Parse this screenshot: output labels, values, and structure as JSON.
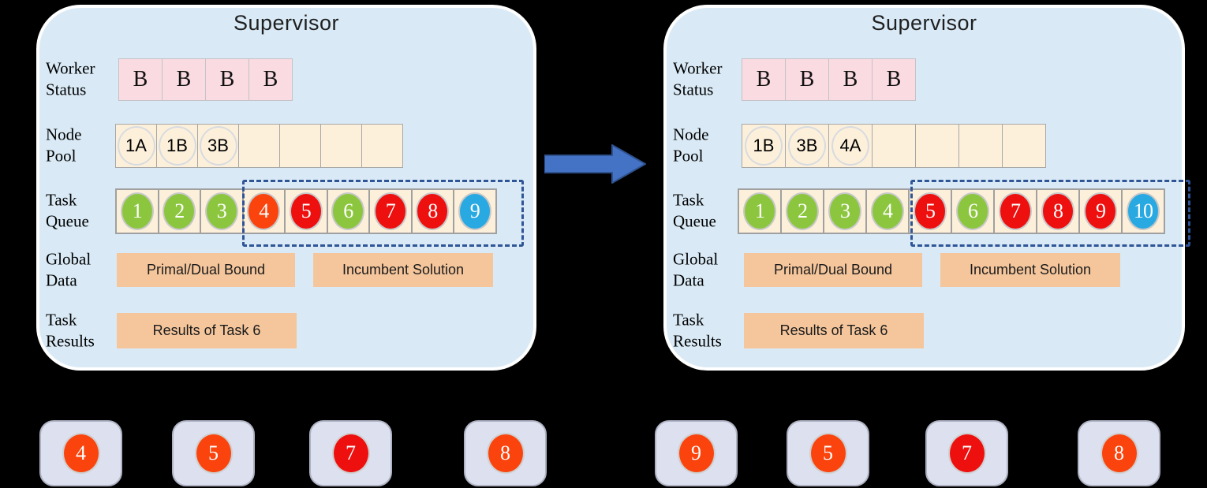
{
  "left_panel": {
    "title": "Supervisor",
    "worker_status": {
      "label": "Worker Status",
      "cells": [
        "B",
        "B",
        "B",
        "B"
      ]
    },
    "node_pool": {
      "label": "Node Pool",
      "nodes": [
        "1A",
        "1B",
        "3B"
      ],
      "empty_slots": 4
    },
    "task_queue": {
      "label": "Task Queue",
      "tasks": [
        {
          "label": "1",
          "color": "#8CC63F"
        },
        {
          "label": "2",
          "color": "#8CC63F"
        },
        {
          "label": "3",
          "color": "#8CC63F"
        },
        {
          "label": "4",
          "color": "#FA430D"
        },
        {
          "label": "5",
          "color": "#EE0F0F"
        },
        {
          "label": "6",
          "color": "#8CC63F"
        },
        {
          "label": "7",
          "color": "#EE0F0F"
        },
        {
          "label": "8",
          "color": "#EE0F0F"
        },
        {
          "label": "9",
          "color": "#29A9E1"
        }
      ],
      "dashed_selection": "tasks 4-9"
    },
    "global_data": {
      "label": "Global Data",
      "boxes": [
        "Primal/Dual Bound",
        "Incumbent Solution"
      ]
    },
    "task_results": {
      "label": "Task Results",
      "boxes": [
        "Results of Task 6"
      ]
    }
  },
  "right_panel": {
    "title": "Supervisor",
    "worker_status": {
      "label": "Worker Status",
      "cells": [
        "B",
        "B",
        "B",
        "B"
      ]
    },
    "node_pool": {
      "label": "Node Pool",
      "nodes": [
        "1B",
        "3B",
        "4A"
      ],
      "empty_slots": 4
    },
    "task_queue": {
      "label": "Task Queue",
      "tasks": [
        {
          "label": "1",
          "color": "#8CC63F"
        },
        {
          "label": "2",
          "color": "#8CC63F"
        },
        {
          "label": "3",
          "color": "#8CC63F"
        },
        {
          "label": "4",
          "color": "#8CC63F"
        },
        {
          "label": "5",
          "color": "#EE0F0F"
        },
        {
          "label": "6",
          "color": "#8CC63F"
        },
        {
          "label": "7",
          "color": "#EE0F0F"
        },
        {
          "label": "8",
          "color": "#EE0F0F"
        },
        {
          "label": "9",
          "color": "#EE0F0F"
        },
        {
          "label": "10",
          "color": "#29A9E1"
        }
      ],
      "dashed_selection": "tasks 5-10"
    },
    "global_data": {
      "label": "Global Data",
      "boxes": [
        "Primal/Dual Bound",
        "Incumbent Solution"
      ]
    },
    "task_results": {
      "label": "Task Results",
      "boxes": [
        "Results of Task 6"
      ]
    }
  },
  "workers_left": [
    {
      "label": "4",
      "color": "#FA430D"
    },
    {
      "label": "5",
      "color": "#FA430D"
    },
    {
      "label": "7",
      "color": "#EE0F0F"
    },
    {
      "label": "8",
      "color": "#FA430D"
    }
  ],
  "workers_right": [
    {
      "label": "9",
      "color": "#FA430D"
    },
    {
      "label": "5",
      "color": "#FA430D"
    },
    {
      "label": "7",
      "color": "#EE0F0F"
    },
    {
      "label": "8",
      "color": "#FA430D"
    }
  ],
  "colors": {
    "panel_bg": "#D9EAF6",
    "worker_cell": "#FADBE2",
    "pool_cell": "#FDF0DB",
    "button": "#F5C69C",
    "dashed_border": "#2F5597",
    "arrow_fill": "#4472C4",
    "arrow_stroke": "#2F528F",
    "worker_box": "#DCE0EF",
    "green": "#8CC63F",
    "red": "#EE0F0F",
    "orange_red": "#FA430D",
    "blue": "#29A9E1"
  }
}
